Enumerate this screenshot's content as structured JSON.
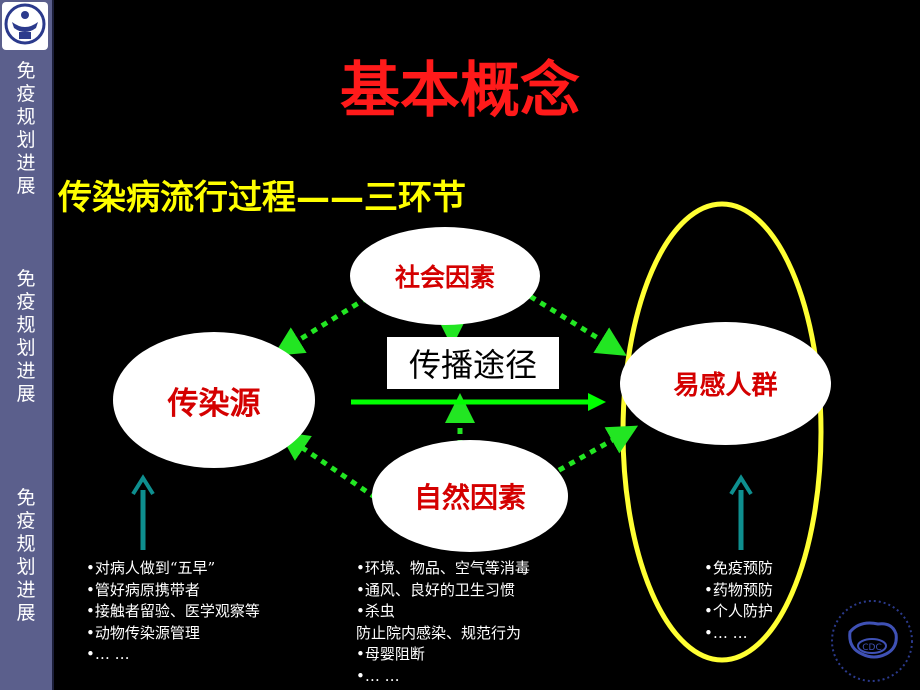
{
  "sidebar": {
    "groups": [
      [
        "免",
        "疫",
        "规",
        "划",
        "进",
        "展"
      ],
      [
        "免",
        "疫",
        "规",
        "划",
        "进",
        "展"
      ],
      [
        "免",
        "疫",
        "规",
        "划",
        "进",
        "展"
      ]
    ]
  },
  "title": "基本概念",
  "subtitle": "传染病流行过程——三环节",
  "nodes": {
    "social": "社会因素",
    "source": "传染源",
    "route": "传播途径",
    "susceptible": "易感人群",
    "natural": "自然因素"
  },
  "lists": {
    "source": [
      "•对病人做到“五早”",
      "•管好病原携带者",
      "•接触者留验、医学观察等",
      "•动物传染源管理",
      "•… …"
    ],
    "route": [
      "•环境、物品、空气等消毒",
      "•通风、良好的卫生习惯",
      "•杀虫",
      "防止院内感染、规范行为",
      "•母婴阻断",
      "•… …"
    ],
    "susceptible": [
      "•免疫预防",
      "•药物预防",
      "•个人防护",
      "•… …"
    ]
  },
  "colors": {
    "title": "#ff1a1a",
    "subtitle": "#ffff00",
    "node_text": "#d40000",
    "dotted_arrow": "#22e622",
    "solid_arrow": "#00ff00",
    "up_arrow": "#0e8f8f",
    "highlight_ring": "#ffff33",
    "sidebar": "#5b5f8c"
  },
  "icons": [
    "logo-icon",
    "cdc-logo-icon"
  ]
}
